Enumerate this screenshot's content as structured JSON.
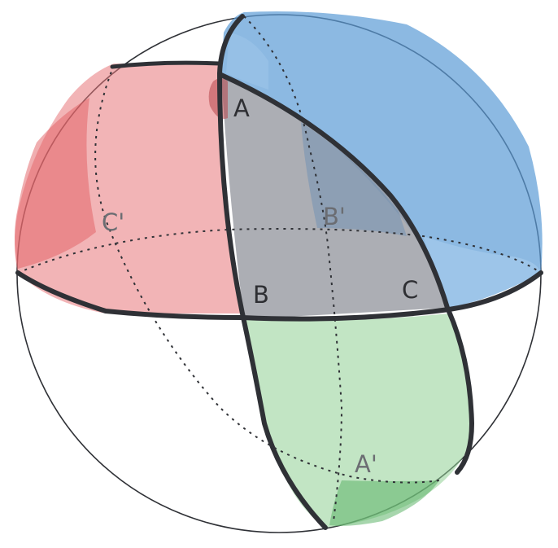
{
  "labels": {
    "A": "A",
    "B": "B",
    "C": "C",
    "A_prime": "A'",
    "B_prime": "B'",
    "C_prime": "C'"
  },
  "colors": {
    "red_region": "#e8767a",
    "blue_region": "#5b9bd6",
    "green_region": "#8fcf94",
    "gray_triangle": "#9a9ca3",
    "outline": "#2f3136",
    "front_label": "#2e2f33",
    "back_label": "#6b6d72"
  }
}
